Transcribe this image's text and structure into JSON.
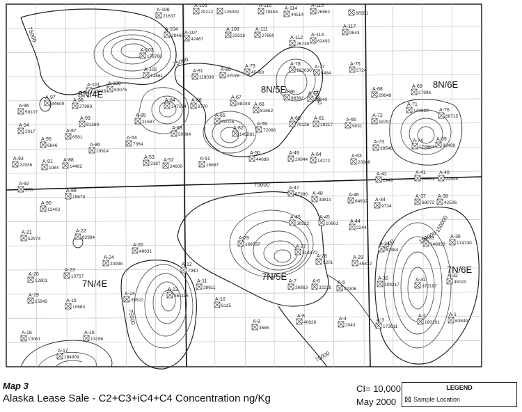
{
  "map": {
    "sections_label": "",
    "townships": [
      {
        "label": "8N/4E",
        "name": "township-8n4e"
      },
      {
        "label": "8N/5E",
        "name": "township-8n5e"
      },
      {
        "label": "8N/6E",
        "name": "township-8n6e"
      },
      {
        "label": "7N/4E",
        "name": "township-7n4e"
      },
      {
        "label": "7N/5E",
        "name": "township-7n5e"
      },
      {
        "label": "7N/6E",
        "name": "township-7n6e"
      }
    ],
    "contour_labels": [
      "75000",
      "75000",
      "75000",
      "75000",
      "75000",
      "75000",
      "75000",
      "150000",
      "150000"
    ],
    "samples": [
      {
        "id": "A-106",
        "value": "21637"
      },
      {
        "id": "A-105",
        "value": "20212"
      },
      {
        "id": "",
        "value": "126332"
      },
      {
        "id": "A-110",
        "value": "79454"
      },
      {
        "id": "A-114",
        "value": "44514"
      },
      {
        "id": "A-115",
        "value": "26862"
      },
      {
        "id": "",
        "value": "66581"
      },
      {
        "id": "A-104",
        "value": "29460"
      },
      {
        "id": "A-107",
        "value": "42467"
      },
      {
        "id": "A-108",
        "value": "23536"
      },
      {
        "id": "A-111",
        "value": "27660"
      },
      {
        "id": "A-112",
        "value": "26739"
      },
      {
        "id": "A-113",
        "value": "62492"
      },
      {
        "id": "A-117",
        "value": "9543"
      },
      {
        "id": "A-103",
        "value": "176760"
      },
      {
        "id": "A-102",
        "value": "12861"
      },
      {
        "id": "A-81",
        "value": "119039"
      },
      {
        "id": "A-80",
        "value": "27076"
      },
      {
        "id": "A-79",
        "value": "45400"
      },
      {
        "id": "A-78",
        "value": "123030"
      },
      {
        "id": "A-77",
        "value": "8484"
      },
      {
        "id": "A-76",
        "value": "5724"
      },
      {
        "id": "A-101",
        "value": "23028"
      },
      {
        "id": "A-100",
        "value": "83076"
      },
      {
        "id": "A-97",
        "value": "84609"
      },
      {
        "id": "A-98",
        "value": "27989"
      },
      {
        "id": "A-84",
        "value": "147164"
      },
      {
        "id": "A-86",
        "value": "8770"
      },
      {
        "id": "A-67",
        "value": "88348"
      },
      {
        "id": "A-68",
        "value": "81662"
      },
      {
        "id": "A-86",
        "value": "98362"
      },
      {
        "id": "A-67",
        "value": "59040"
      },
      {
        "id": "A-68",
        "value": "29648"
      },
      {
        "id": "A-69",
        "value": "27996"
      },
      {
        "id": "A-96",
        "value": "59107"
      },
      {
        "id": "A-99",
        "value": "81369"
      },
      {
        "id": "A-85",
        "value": "21587"
      },
      {
        "id": "A-83",
        "value": "50994"
      },
      {
        "id": "A-65",
        "value": "50016"
      },
      {
        "id": "A-82",
        "value": "145281"
      },
      {
        "id": "A-59",
        "value": "72066"
      },
      {
        "id": "A-60",
        "value": "79136"
      },
      {
        "id": "A-61",
        "value": "18217"
      },
      {
        "id": "A-66",
        "value": "9031"
      },
      {
        "id": "A-71",
        "value": "140920"
      },
      {
        "id": "A-72",
        "value": "18791"
      },
      {
        "id": "A-76",
        "value": "68715"
      },
      {
        "id": "A-94",
        "value": "2017"
      },
      {
        "id": "A-87",
        "value": "6581"
      },
      {
        "id": "A-95",
        "value": "6846"
      },
      {
        "id": "A-86",
        "value": "19914"
      },
      {
        "id": "A-54",
        "value": "7364"
      },
      {
        "id": "A-74",
        "value": "170663"
      },
      {
        "id": "A-73",
        "value": "28546"
      },
      {
        "id": "A-39",
        "value": "83499"
      },
      {
        "id": "A-93",
        "value": "22936"
      },
      {
        "id": "A-91",
        "value": "1984"
      },
      {
        "id": "A-88",
        "value": "14482"
      },
      {
        "id": "A-53",
        "value": "3187"
      },
      {
        "id": "A-52",
        "value": "24609"
      },
      {
        "id": "A-51",
        "value": "16887"
      },
      {
        "id": "A-50",
        "value": "44688"
      },
      {
        "id": "A-49",
        "value": "20844"
      },
      {
        "id": "A-64",
        "value": "14272"
      },
      {
        "id": "A-63",
        "value": "23986"
      },
      {
        "id": "A-42",
        "value": "2949"
      },
      {
        "id": "A-41",
        "value": "22861"
      },
      {
        "id": "A-40",
        "value": "22855"
      },
      {
        "id": "A-92",
        "value": "576"
      },
      {
        "id": "A-89",
        "value": "15679"
      },
      {
        "id": "A-47",
        "value": "57390"
      },
      {
        "id": "A-48",
        "value": "39810"
      },
      {
        "id": "A-46",
        "value": "64632"
      },
      {
        "id": "A-34",
        "value": "9734"
      },
      {
        "id": "A-37",
        "value": "68072"
      },
      {
        "id": "A-38",
        "value": "42506"
      },
      {
        "id": "A-90",
        "value": "12403"
      },
      {
        "id": "A-45",
        "value": "38522"
      },
      {
        "id": "A-45",
        "value": "10661"
      },
      {
        "id": "A-44",
        "value": "2244"
      },
      {
        "id": "A-21",
        "value": "52974"
      },
      {
        "id": "A-22",
        "value": "82984"
      },
      {
        "id": "A-26",
        "value": "48631"
      },
      {
        "id": "A-29",
        "value": "169737"
      },
      {
        "id": "A-27",
        "value": "314870"
      },
      {
        "id": "A-28",
        "value": "5201"
      },
      {
        "id": "A-29",
        "value": "45872"
      },
      {
        "id": "A-34",
        "value": "82984"
      },
      {
        "id": "A-33",
        "value": "148928"
      },
      {
        "id": "A-36",
        "value": "174730"
      },
      {
        "id": "A-24",
        "value": "23998"
      },
      {
        "id": "A-12",
        "value": "7940"
      },
      {
        "id": "A-20",
        "value": "12801"
      },
      {
        "id": "A-23",
        "value": "10757"
      },
      {
        "id": "A-11",
        "value": "38611"
      },
      {
        "id": "A-7",
        "value": "36863"
      },
      {
        "id": "A-6",
        "value": "32218"
      },
      {
        "id": "A-5",
        "value": "92306"
      },
      {
        "id": "A-30",
        "value": "109217"
      },
      {
        "id": "A-31",
        "value": "372197"
      },
      {
        "id": "A-32",
        "value": "45020"
      },
      {
        "id": "A-19",
        "value": "15643"
      },
      {
        "id": "A-14",
        "value": "35622"
      },
      {
        "id": "A-13",
        "value": "261115"
      },
      {
        "id": "A-10",
        "value": "6115"
      },
      {
        "id": "A-15",
        "value": "10663"
      },
      {
        "id": "A-9",
        "value": "3686"
      },
      {
        "id": "A-8",
        "value": "40828"
      },
      {
        "id": "A-4",
        "value": "2043"
      },
      {
        "id": "A-3",
        "value": "173611"
      },
      {
        "id": "A-2",
        "value": "160191"
      },
      {
        "id": "A-1",
        "value": "63849"
      },
      {
        "id": "A-18",
        "value": "10061"
      },
      {
        "id": "A-16",
        "value": "13196"
      },
      {
        "id": "A-17",
        "value": "184909"
      }
    ]
  },
  "footer": {
    "map_number": "Map 3",
    "title": "Alaska Lease Sale - C2+C3+iC4+C4 Concentration ng/Kg",
    "contour_interval": "CI= 10,000",
    "date": "May 2000"
  },
  "legend": {
    "title": "LEGEND",
    "item_label": "Sample Location",
    "item_icon": "sample-box-icon"
  }
}
